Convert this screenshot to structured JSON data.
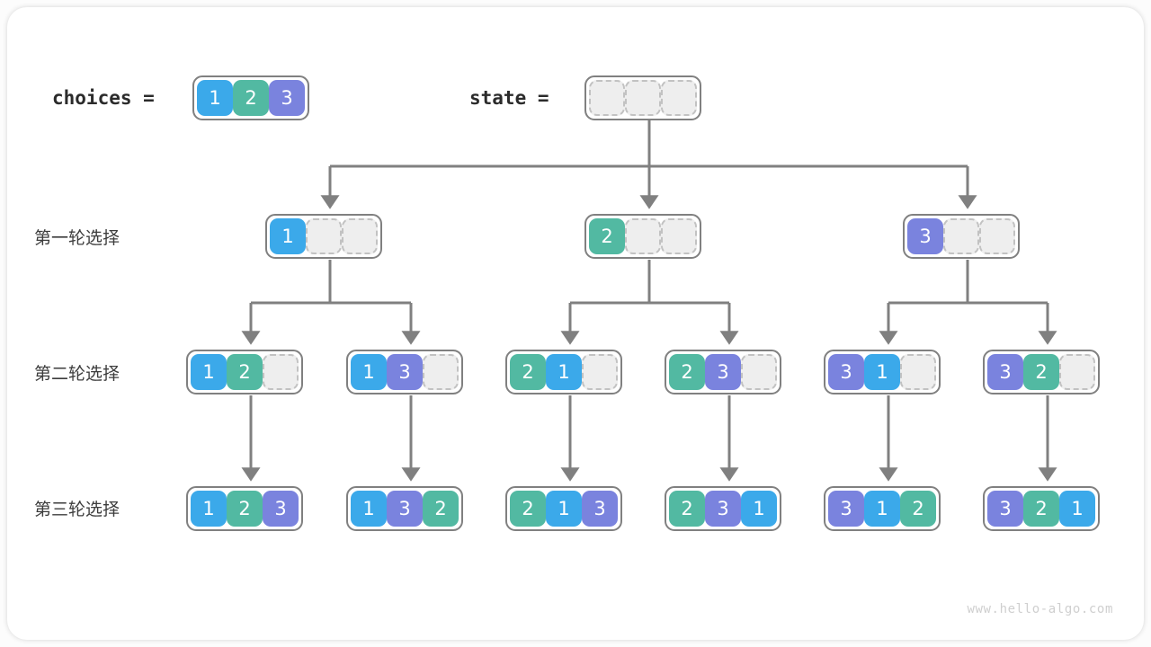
{
  "meta": {
    "watermark": "www.hello-algo.com"
  },
  "header": {
    "choices_label": "choices =",
    "state_label": "state ="
  },
  "row_labels": {
    "round1": "第一轮选择",
    "round2": "第二轮选择",
    "round3": "第三轮选择"
  },
  "colors": {
    "value1": "#3ba9ea",
    "value2": "#52b9a2",
    "value3": "#7a83de",
    "empty_fill": "#eeeeee",
    "empty_border": "#c2c2c2",
    "node_border": "#808080",
    "wire": "#808080",
    "text": "#2b2b2b",
    "watermark": "#cfcfcf"
  },
  "choices": {
    "cells": [
      "1",
      "2",
      "3"
    ]
  },
  "state": {
    "cells": [
      "",
      "",
      ""
    ]
  },
  "tree": {
    "round1": [
      {
        "cells": [
          "1",
          "",
          ""
        ]
      },
      {
        "cells": [
          "2",
          "",
          ""
        ]
      },
      {
        "cells": [
          "3",
          "",
          ""
        ]
      }
    ],
    "round2": [
      {
        "cells": [
          "1",
          "2",
          ""
        ]
      },
      {
        "cells": [
          "1",
          "3",
          ""
        ]
      },
      {
        "cells": [
          "2",
          "1",
          ""
        ]
      },
      {
        "cells": [
          "2",
          "3",
          ""
        ]
      },
      {
        "cells": [
          "3",
          "1",
          ""
        ]
      },
      {
        "cells": [
          "3",
          "2",
          ""
        ]
      }
    ],
    "round3": [
      {
        "cells": [
          "1",
          "2",
          "3"
        ]
      },
      {
        "cells": [
          "1",
          "3",
          "2"
        ]
      },
      {
        "cells": [
          "2",
          "1",
          "3"
        ]
      },
      {
        "cells": [
          "2",
          "3",
          "1"
        ]
      },
      {
        "cells": [
          "3",
          "1",
          "2"
        ]
      },
      {
        "cells": [
          "3",
          "2",
          "1"
        ]
      }
    ]
  }
}
